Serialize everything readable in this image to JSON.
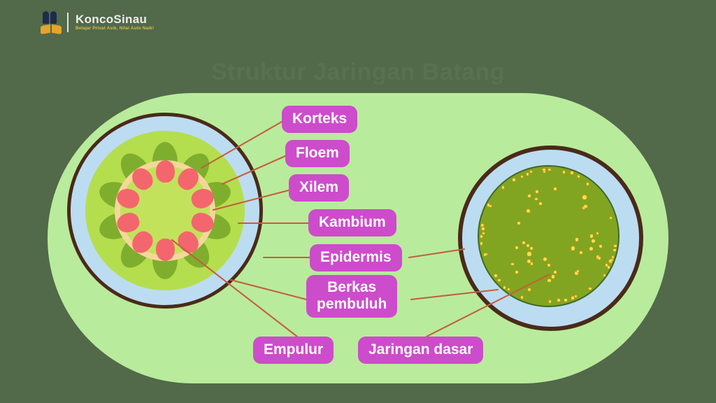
{
  "background": {
    "page_color": "#52694a",
    "panel_color": "#b9eb9c"
  },
  "branding": {
    "logo_icon": "two-students-open-book-icon",
    "brand_name": "KoncoSinau",
    "tagline": "Belajar Privat Asik, Nilai Auto Naik!",
    "brand_text_color": "#f2f2f2",
    "tagline_color": "#e3c24a"
  },
  "title": {
    "ghost_text": "Struktur Jaringan Batang"
  },
  "labels": {
    "korteks": "Korteks",
    "floem": "Floem",
    "xilem": "Xilem",
    "kambium": "Kambium",
    "epidermis": "Epidermis",
    "berkas_pembuluh": "Berkas\npembuluh",
    "empulur": "Empulur",
    "jaringan_dasar": "Jaringan dasar",
    "badge_color": "#cd4ccb",
    "badge_text_color": "#ffffff",
    "connector_color": "#c1603c"
  },
  "diagrams": [
    {
      "name": "dicot-stem-cross-section",
      "position": "left",
      "layers": [
        {
          "name": "epidermis",
          "color": "#4a2a18"
        },
        {
          "name": "cortex-outer-blue",
          "color": "#bcdcf2"
        },
        {
          "name": "cortex",
          "color": "#b5de4e"
        },
        {
          "name": "floem-bundle",
          "color": "#7fae2e",
          "count": 10
        },
        {
          "name": "kambium-ring",
          "color": "#f6d79b"
        },
        {
          "name": "xilem",
          "color": "#f4666d",
          "count": 10
        },
        {
          "name": "empulur-pith",
          "color": "#c3e25c"
        }
      ]
    },
    {
      "name": "monocot-stem-cross-section",
      "position": "right",
      "layers": [
        {
          "name": "epidermis",
          "color": "#4a2a18"
        },
        {
          "name": "outer-blue-layer",
          "color": "#bcdcf2"
        },
        {
          "name": "jaringan-dasar",
          "color": "#82a521"
        },
        {
          "name": "berkas-pembuluh-scattered",
          "color": "#f5e04a",
          "count": 84
        }
      ]
    }
  ]
}
